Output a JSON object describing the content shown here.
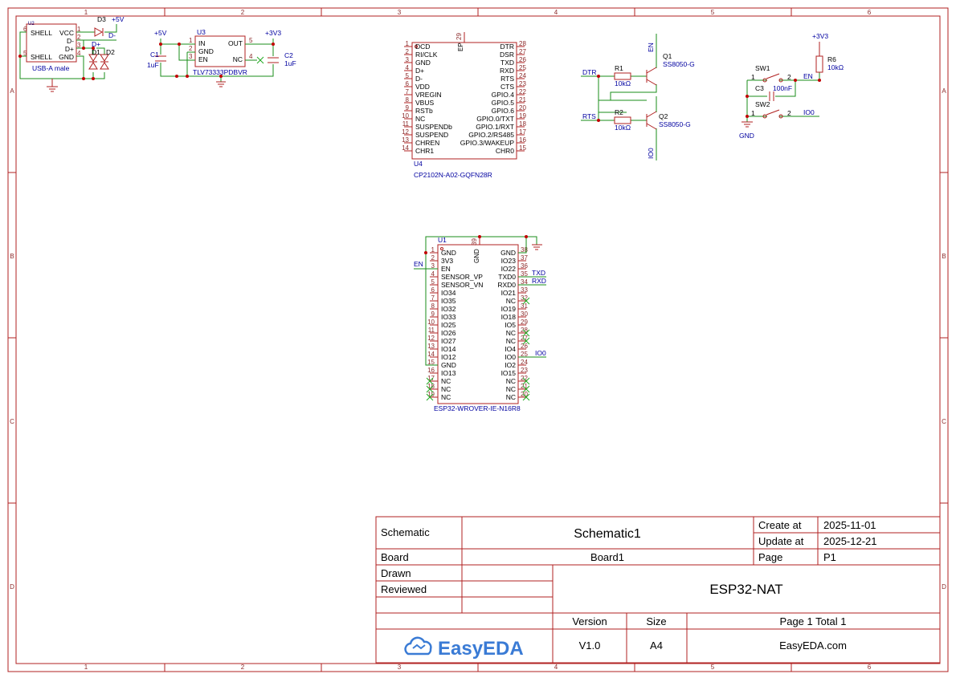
{
  "frame": {
    "col_markers": [
      "1",
      "2",
      "3",
      "4",
      "5",
      "6"
    ],
    "row_markers": [
      "A",
      "B",
      "C",
      "D"
    ]
  },
  "colors": {
    "frame": "#b02020",
    "wire": "#1a8c1a",
    "junction": "#c00000",
    "net_label": "#0000a0",
    "pin_number": "#8b2a2a",
    "logo": "#3a7bd5"
  },
  "usb": {
    "ref": "U2",
    "name": "USB-A male",
    "pins_left": [
      {
        "num": "6",
        "label": "SHELL"
      },
      {
        "num": "5",
        "label": "SHELL"
      }
    ],
    "pins_right": [
      {
        "num": "1",
        "label": "VCC"
      },
      {
        "num": "2",
        "label": "D-"
      },
      {
        "num": "3",
        "label": "D+"
      },
      {
        "num": "4",
        "label": "GND"
      }
    ],
    "nets": {
      "p5v": "+5V",
      "dm": "D-",
      "dp": "D+"
    },
    "diodes": [
      "D3",
      "D1",
      "D2"
    ]
  },
  "ldo": {
    "ref": "U3",
    "name": "TLV73333PDBVR",
    "pins_left": [
      {
        "num": "1",
        "label": "IN"
      },
      {
        "num": "2",
        "label": "GND"
      },
      {
        "num": "3",
        "label": "EN"
      }
    ],
    "pins_right": [
      {
        "num": "5",
        "label": "OUT"
      },
      {
        "num": "4",
        "label": "NC"
      }
    ],
    "nets": {
      "in": "+5V",
      "out": "+3V3"
    },
    "c1": {
      "ref": "C1",
      "value": "1uF"
    },
    "c2": {
      "ref": "C2",
      "value": "1uF"
    }
  },
  "cp2102": {
    "ref": "U4",
    "name": "CP2102N-A02-GQFN28R",
    "top_pin": {
      "num": "29",
      "label": "EP"
    },
    "pins_left": [
      {
        "num": "1",
        "label": "DCD"
      },
      {
        "num": "2",
        "label": "RI/CLK"
      },
      {
        "num": "3",
        "label": "GND"
      },
      {
        "num": "4",
        "label": "D+"
      },
      {
        "num": "5",
        "label": "D-"
      },
      {
        "num": "6",
        "label": "VDD"
      },
      {
        "num": "7",
        "label": "VREGIN"
      },
      {
        "num": "8",
        "label": "VBUS"
      },
      {
        "num": "9",
        "label": "RSTb"
      },
      {
        "num": "10",
        "label": "NC"
      },
      {
        "num": "11",
        "label": "SUSPENDb"
      },
      {
        "num": "12",
        "label": "SUSPEND"
      },
      {
        "num": "13",
        "label": "CHREN"
      },
      {
        "num": "14",
        "label": "CHR1"
      }
    ],
    "pins_right": [
      {
        "num": "28",
        "label": "DTR"
      },
      {
        "num": "27",
        "label": "DSR"
      },
      {
        "num": "26",
        "label": "TXD"
      },
      {
        "num": "25",
        "label": "RXD"
      },
      {
        "num": "24",
        "label": "RTS"
      },
      {
        "num": "23",
        "label": "CTS"
      },
      {
        "num": "22",
        "label": "GPIO.4"
      },
      {
        "num": "21",
        "label": "GPIO.5"
      },
      {
        "num": "20",
        "label": "GPIO.6"
      },
      {
        "num": "19",
        "label": "GPIO.0/TXT"
      },
      {
        "num": "18",
        "label": "GPIO.1/RXT"
      },
      {
        "num": "17",
        "label": "GPIO.2/RS485"
      },
      {
        "num": "16",
        "label": "GPIO.3/WAKEUP"
      },
      {
        "num": "15",
        "label": "CHR0"
      }
    ]
  },
  "autoreset": {
    "r1": {
      "ref": "R1",
      "value": "10kΩ"
    },
    "r2": {
      "ref": "R2",
      "value": "10kΩ"
    },
    "q1": {
      "ref": "Q1",
      "value": "SS8050-G"
    },
    "q2": {
      "ref": "Q2",
      "value": "SS8050-G"
    },
    "nets": {
      "dtr": "DTR",
      "rts": "RTS",
      "en": "EN",
      "io0": "IO0"
    }
  },
  "buttons": {
    "sw1": "SW1",
    "sw2": "SW2",
    "sw1_pins": [
      "1",
      "2"
    ],
    "sw2_pins": [
      "1",
      "2"
    ],
    "c3": {
      "ref": "C3",
      "value": "100nF"
    },
    "r6": {
      "ref": "R6",
      "value": "10kΩ"
    },
    "nets": {
      "p3v3": "+3V3",
      "en": "EN",
      "io0": "IO0",
      "gnd": "GND"
    }
  },
  "esp32": {
    "ref": "U1",
    "name": "ESP32-WROVER-IE-N16R8",
    "top_pin": {
      "num": "39",
      "label": "GND"
    },
    "pins_left": [
      {
        "num": "1",
        "label": "GND"
      },
      {
        "num": "2",
        "label": "3V3"
      },
      {
        "num": "3",
        "label": "EN"
      },
      {
        "num": "4",
        "label": "SENSOR_VP"
      },
      {
        "num": "5",
        "label": "SENSOR_VN"
      },
      {
        "num": "6",
        "label": "IO34"
      },
      {
        "num": "7",
        "label": "IO35"
      },
      {
        "num": "8",
        "label": "IO32"
      },
      {
        "num": "9",
        "label": "IO33"
      },
      {
        "num": "10",
        "label": "IO25"
      },
      {
        "num": "11",
        "label": "IO26"
      },
      {
        "num": "12",
        "label": "IO27"
      },
      {
        "num": "13",
        "label": "IO14"
      },
      {
        "num": "14",
        "label": "IO12"
      },
      {
        "num": "15",
        "label": "GND"
      },
      {
        "num": "16",
        "label": "IO13"
      },
      {
        "num": "17",
        "label": "NC"
      },
      {
        "num": "18",
        "label": "NC"
      },
      {
        "num": "19",
        "label": "NC"
      }
    ],
    "pins_right": [
      {
        "num": "38",
        "label": "GND"
      },
      {
        "num": "37",
        "label": "IO23"
      },
      {
        "num": "36",
        "label": "IO22"
      },
      {
        "num": "35",
        "label": "TXD0"
      },
      {
        "num": "34",
        "label": "RXD0"
      },
      {
        "num": "33",
        "label": "IO21"
      },
      {
        "num": "32",
        "label": "NC"
      },
      {
        "num": "31",
        "label": "IO19"
      },
      {
        "num": "30",
        "label": "IO18"
      },
      {
        "num": "29",
        "label": "IO5"
      },
      {
        "num": "28",
        "label": "NC"
      },
      {
        "num": "27",
        "label": "NC"
      },
      {
        "num": "26",
        "label": "IO4"
      },
      {
        "num": "25",
        "label": "IO0"
      },
      {
        "num": "24",
        "label": "IO2"
      },
      {
        "num": "23",
        "label": "IO15"
      },
      {
        "num": "22",
        "label": "NC"
      },
      {
        "num": "21",
        "label": "NC"
      },
      {
        "num": "20",
        "label": "NC"
      }
    ],
    "nets": {
      "en": "EN",
      "txd": "TXD",
      "rxd": "RXD",
      "io0": "IO0"
    }
  },
  "title_block": {
    "schematic_label": "Schematic",
    "schematic_value": "Schematic1",
    "create_label": "Create at",
    "create_value": "2025-11-01",
    "update_label": "Update at",
    "update_value": "2025-12-21",
    "board_label": "Board",
    "board_value": "Board1",
    "page_label": "Page",
    "page_value": "P1",
    "drawn_label": "Drawn",
    "reviewed_label": "Reviewed",
    "project_title": "ESP32-NAT",
    "version_label": "Version",
    "size_label": "Size",
    "page_total": "Page  1  Total  1",
    "version_value": "V1.0",
    "size_value": "A4",
    "site": "EasyEDA.com",
    "logo_text": "EasyEDA"
  }
}
